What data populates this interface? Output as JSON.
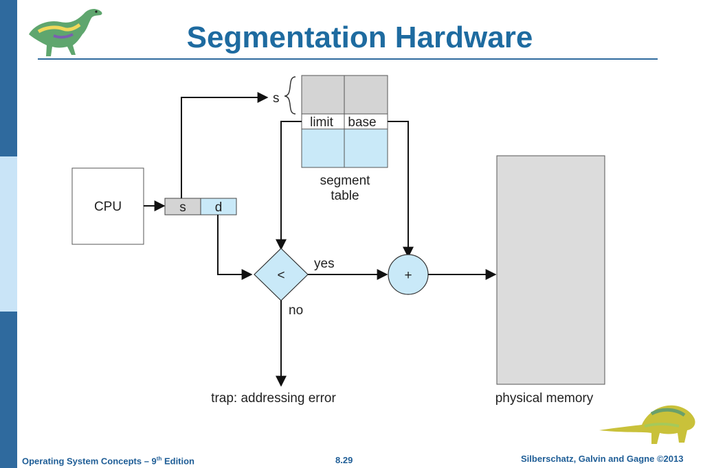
{
  "slide": {
    "title": "Segmentation Hardware",
    "footer_left_prefix": "Operating System Concepts – 9",
    "footer_left_sup": "th",
    "footer_left_suffix": " Edition",
    "footer_center": "8.29",
    "footer_right": "Silberschatz, Galvin and Gagne ©2013"
  },
  "diagram": {
    "cpu_label": "CPU",
    "addr_s": "s",
    "addr_d": "d",
    "seg_index_label": "s",
    "limit_label": "limit",
    "base_label": "base",
    "segtable_line1": "segment",
    "segtable_line2": "table",
    "compare_label": "<",
    "yes_label": "yes",
    "no_label": "no",
    "adder_label": "+",
    "trap_label": "trap: addressing error",
    "memory_label": "physical memory"
  },
  "colors": {
    "accent": "#1e6ba0",
    "sidebar": "#2f6a9e",
    "light_blue": "#c9e9f8",
    "gray": "#d4d4d4"
  }
}
